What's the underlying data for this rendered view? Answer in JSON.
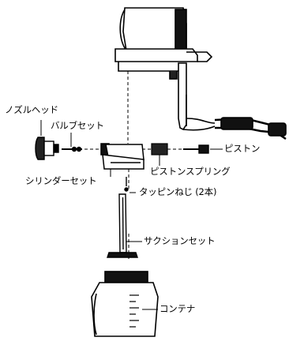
{
  "labels": {
    "nozzle_head": "ノズルヘッド",
    "valve_set": "バルブセット",
    "piston": "ピストン",
    "cylinder_set": "シリンダーセット",
    "piston_spring": "ピストンスプリング",
    "tapping_screw": "タッピンねじ (2本)",
    "suction_set": "サクションセット",
    "container": "コンテナ"
  }
}
